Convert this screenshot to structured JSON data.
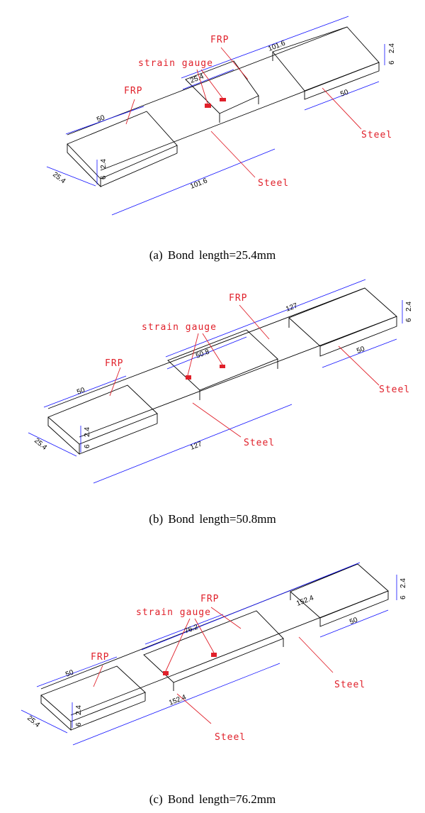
{
  "panels": [
    {
      "caption": "(a)  Bond  length=25.4mm",
      "labels": {
        "frp_top": "FRP",
        "frp_left": "FRP",
        "strain_gauge": "strain gauge",
        "steel_right": "Steel",
        "steel_bottom": "Steel"
      },
      "dims": {
        "overall": "101.6",
        "bond": "25.4",
        "plate_left": "50",
        "plate_right": "50",
        "width": "25.4",
        "frp_t": "2.4",
        "steel_t": "6",
        "overall_bottom": "101.6"
      }
    },
    {
      "caption": "(b)  Bond  length=50.8mm",
      "labels": {
        "frp_top": "FRP",
        "frp_left": "FRP",
        "strain_gauge": "strain gauge",
        "steel_right": "Steel",
        "steel_bottom": "Steel"
      },
      "dims": {
        "overall": "127",
        "bond": "50.8",
        "plate_left": "50",
        "plate_right": "50",
        "width": "25.4",
        "frp_t": "2.4",
        "steel_t": "6",
        "overall_bottom": "127"
      }
    },
    {
      "caption": "(c)  Bond  length=76.2mm",
      "labels": {
        "frp_top": "FRP",
        "frp_left": "FRP",
        "strain_gauge": "strain gauge",
        "steel_right": "Steel",
        "steel_bottom": "Steel"
      },
      "dims": {
        "overall": "152.4",
        "bond": "76.2",
        "plate_left": "50",
        "plate_right": "50",
        "width": "25.4",
        "frp_t": "2.4",
        "steel_t": "6",
        "overall_bottom": "152.4"
      }
    }
  ]
}
